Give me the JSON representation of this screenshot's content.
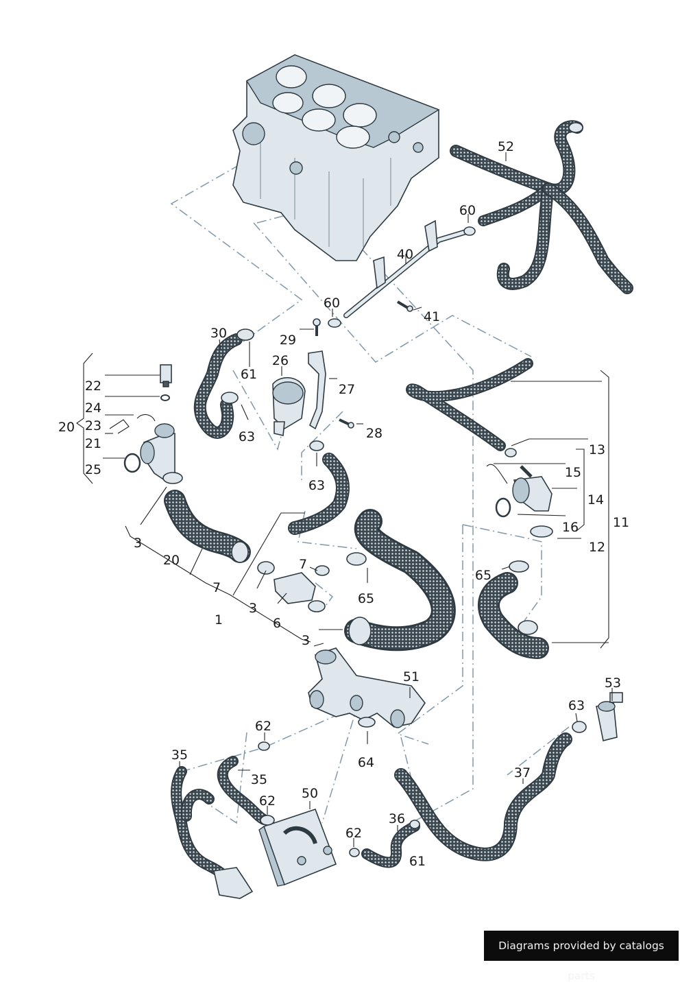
{
  "callouts": [
    "52",
    "60",
    "40",
    "41",
    "60",
    "29",
    "30",
    "61",
    "26",
    "27",
    "28",
    "22",
    "24",
    "23",
    "21",
    "25",
    "20",
    "63",
    "63",
    "13",
    "15",
    "14",
    "16",
    "11",
    "12",
    "3",
    "20",
    "7",
    "1",
    "3",
    "6",
    "7",
    "65",
    "65",
    "3",
    "51",
    "53",
    "63",
    "62",
    "64",
    "35",
    "35",
    "37",
    "62",
    "50",
    "36",
    "62",
    "61"
  ],
  "watermark": "Diagrams provided by catalogs parts",
  "colors": {
    "hose_fill": "#3c4850",
    "hose_dots": "#dde4e8",
    "metal": "#dfe7ec",
    "leader_dash": "#7f98aa",
    "text": "#1a1a1a"
  }
}
